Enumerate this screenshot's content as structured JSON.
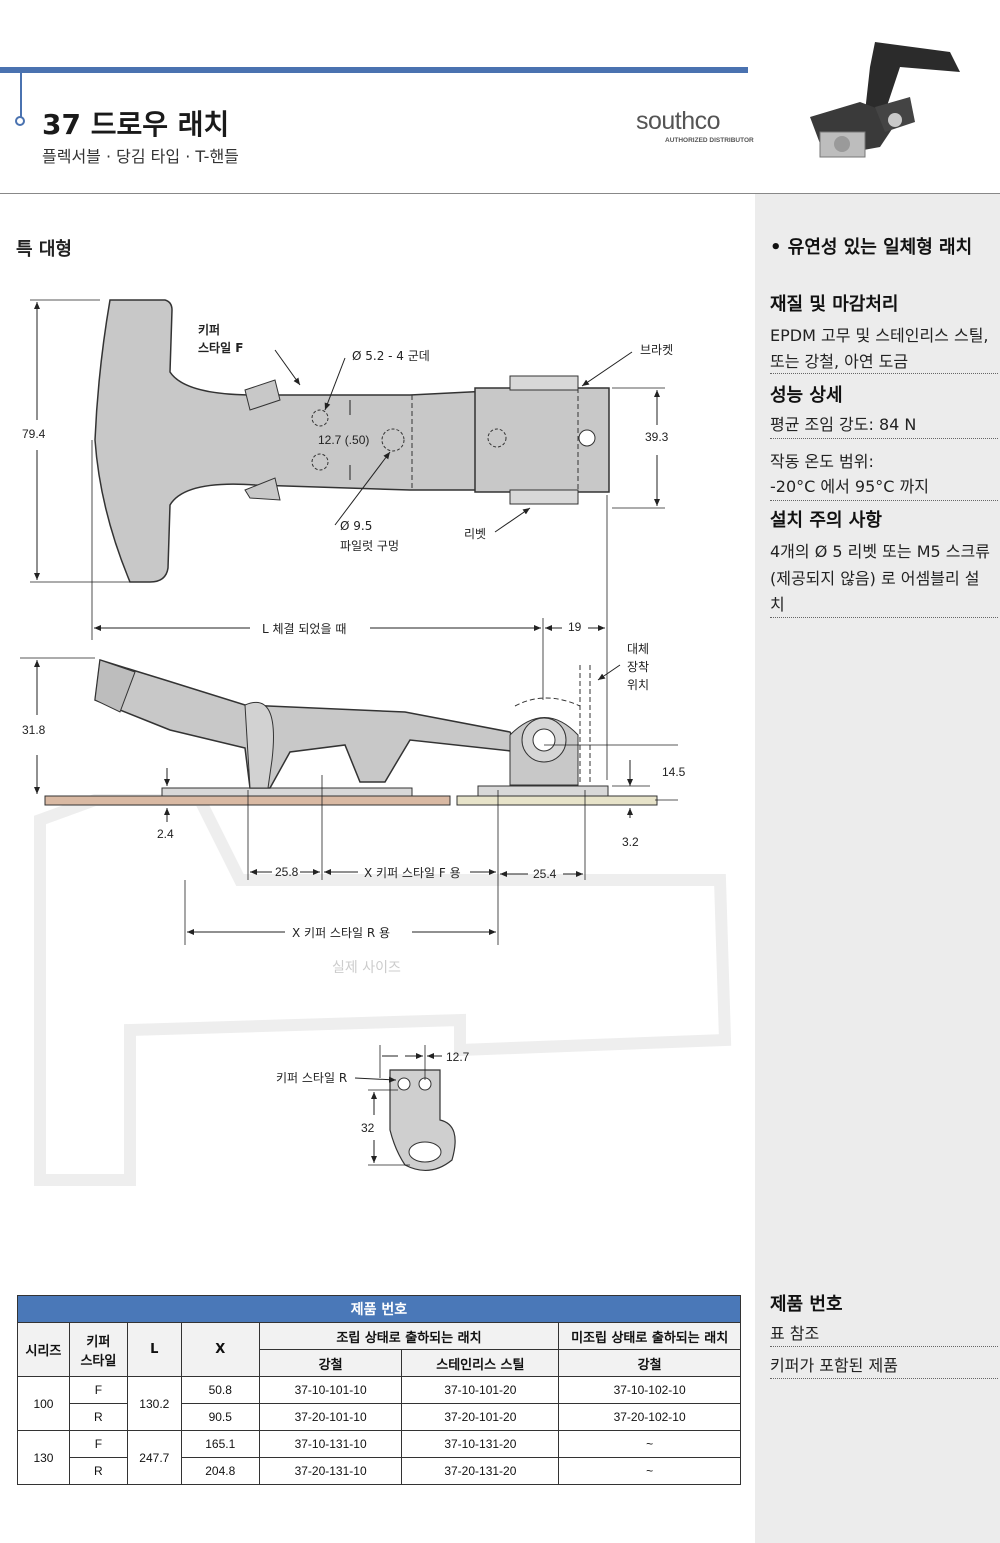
{
  "header": {
    "title": "37 드로우 래치",
    "subtitle": "플렉서블 · 당김 타입 · T-핸들",
    "logo": "southco",
    "logo_sub": "AUTHORIZED DISTRIBUTOR"
  },
  "section_heading": "특 대형",
  "drawing": {
    "keeper_style_f": [
      "키퍼",
      "스타일 F"
    ],
    "hole_label": "Ø 5.2 - 4 군데",
    "bracket": "브라켓",
    "dim_79_4": "79.4",
    "dim_12_7": "12.7 (.50)",
    "dim_39_3": "39.3",
    "pilot_hole": [
      "Ø 9.5",
      "파일럿 구멍"
    ],
    "rivet": "리벳",
    "l_closed": "L 체결 되었을 때",
    "dim_19": "19",
    "alt_position": [
      "대체",
      "장착",
      "위치"
    ],
    "dim_31_8": "31.8",
    "dim_14_5": "14.5",
    "dim_2_4": "2.4",
    "dim_3_2": "3.2",
    "dim_25_8": "25.8",
    "x_keeper_f": "X 키퍼 스타일 F 용",
    "dim_25_4": "25.4",
    "x_keeper_r": "X 키퍼 스타일 R 용",
    "actual_size": "실제 사이즈",
    "dim_12_7b": "12.7",
    "keeper_style_r": "키퍼 스타일 R",
    "dim_32": "32"
  },
  "sidebar": {
    "feature": "•  유연성 있는 일체형 래치",
    "material_head": "재질 및 마감처리",
    "material_lines": [
      "EPDM 고무 및 스테인리스 스틸,",
      "또는 강철, 아연 도금"
    ],
    "perf_head": "성능 상세",
    "perf_strength": "평균 조임 강도: 84 N",
    "perf_temp_label": "작동 온도 범위:",
    "perf_temp": "-20°C 에서 95°C 까지",
    "install_head": "설치 주의 사항",
    "install_lines": [
      "4개의 Ø 5 리벳 또는 M5 스크류",
      "(제공되지 않음) 로 어셈블리 설",
      "치"
    ],
    "pn_head": "제품 번호",
    "pn_line1": "표 참조",
    "pn_line2": "키퍼가 포함된 제품"
  },
  "table": {
    "caption": "제품 번호",
    "headers": {
      "series": "시리즈",
      "keeper": [
        "키퍼",
        "스타일"
      ],
      "l": "L",
      "x": "X",
      "assembled": "조립 상태로 출하되는 래치",
      "unassembled": "미조립 상태로 출하되는 래치",
      "steel": "강철",
      "stainless": "스테인리스 스틸",
      "steel2": "강철"
    },
    "rows": [
      {
        "series": "100",
        "keeper": "F",
        "l": "130.2",
        "x": "50.8",
        "steel": "37-10-101-10",
        "stainless": "37-10-101-20",
        "unassembled": "37-10-102-10"
      },
      {
        "series": "",
        "keeper": "R",
        "l": "",
        "x": "90.5",
        "steel": "37-20-101-10",
        "stainless": "37-20-101-20",
        "unassembled": "37-20-102-10"
      },
      {
        "series": "130",
        "keeper": "F",
        "l": "247.7",
        "x": "165.1",
        "steel": "37-10-131-10",
        "stainless": "37-10-131-20",
        "unassembled": "~"
      },
      {
        "series": "",
        "keeper": "R",
        "l": "",
        "x": "204.8",
        "steel": "37-20-131-10",
        "stainless": "37-20-131-20",
        "unassembled": "~"
      }
    ]
  }
}
